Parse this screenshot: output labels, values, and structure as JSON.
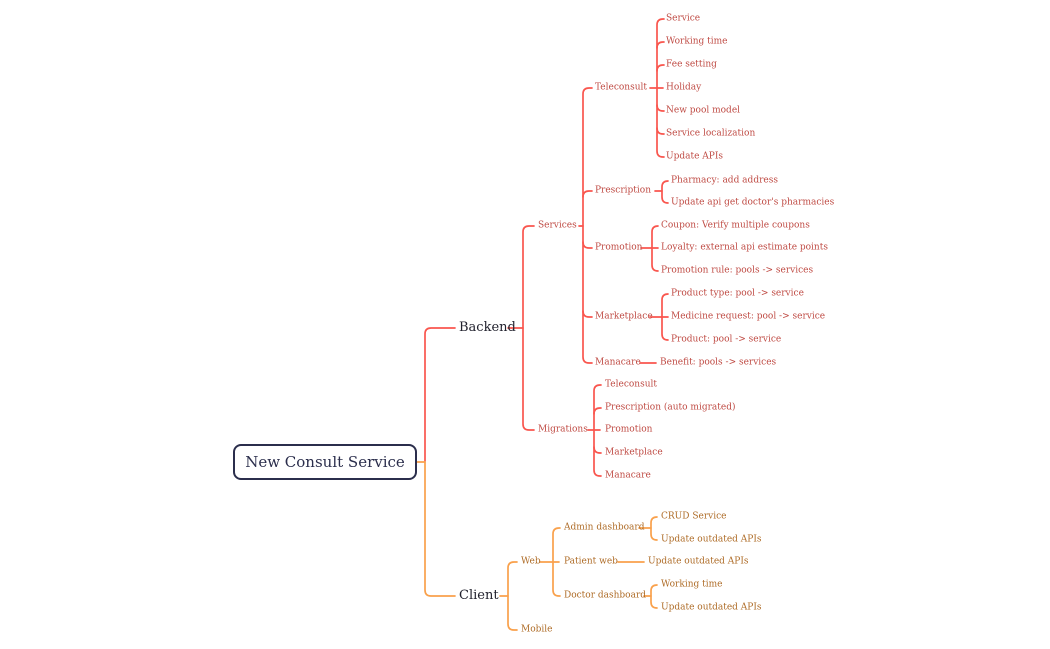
{
  "colors": {
    "backend_line": "#f9564e",
    "backend_text": "#bf4a43",
    "client_line": "#f9a14c",
    "client_text": "#ae6b26",
    "root_accent": "#2b2e4c",
    "branch_text": "#21212d",
    "background": "#ffffff"
  },
  "mindmap": {
    "root": {
      "label": "New Consult Service"
    },
    "branches": [
      {
        "label": "Backend",
        "children": [
          {
            "label": "Services",
            "children": [
              {
                "label": "Teleconsult",
                "children": [
                  {
                    "label": "Service"
                  },
                  {
                    "label": "Working time"
                  },
                  {
                    "label": "Fee setting"
                  },
                  {
                    "label": "Holiday"
                  },
                  {
                    "label": "New pool model"
                  },
                  {
                    "label": "Service localization"
                  },
                  {
                    "label": "Update APIs"
                  }
                ]
              },
              {
                "label": "Prescription",
                "children": [
                  {
                    "label": "Pharmacy: add address"
                  },
                  {
                    "label": "Update api get doctor's pharmacies"
                  }
                ]
              },
              {
                "label": "Promotion",
                "children": [
                  {
                    "label": "Coupon: Verify multiple coupons"
                  },
                  {
                    "label": "Loyalty: external api estimate points"
                  },
                  {
                    "label": "Promotion rule: pools -> services"
                  }
                ]
              },
              {
                "label": "Marketplace",
                "children": [
                  {
                    "label": "Product type: pool -> service"
                  },
                  {
                    "label": "Medicine request: pool -> service"
                  },
                  {
                    "label": "Product: pool -> service"
                  }
                ]
              },
              {
                "label": "Manacare",
                "children": [
                  {
                    "label": "Benefit: pools -> services"
                  }
                ]
              }
            ]
          },
          {
            "label": "Migrations",
            "children": [
              {
                "label": "Teleconsult"
              },
              {
                "label": "Prescription (auto migrated)"
              },
              {
                "label": "Promotion"
              },
              {
                "label": "Marketplace"
              },
              {
                "label": "Manacare"
              }
            ]
          }
        ]
      },
      {
        "label": "Client",
        "children": [
          {
            "label": "Web",
            "children": [
              {
                "label": "Admin dashboard",
                "children": [
                  {
                    "label": "CRUD Service"
                  },
                  {
                    "label": "Update outdated APIs"
                  }
                ]
              },
              {
                "label": "Patient web",
                "children": [
                  {
                    "label": "Update outdated APIs"
                  }
                ]
              },
              {
                "label": "Doctor dashboard",
                "children": [
                  {
                    "label": "Working time"
                  },
                  {
                    "label": "Update outdated APIs"
                  }
                ]
              }
            ]
          },
          {
            "label": "Mobile"
          }
        ]
      }
    ]
  }
}
